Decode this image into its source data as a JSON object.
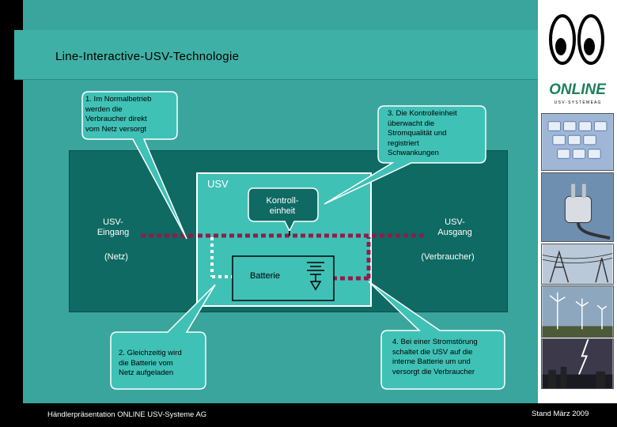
{
  "slide": {
    "title": "Line-Interactive-USV-Technologie",
    "footer_left": "Händlerpräsentation ONLINE USV-Systeme AG",
    "footer_right": "Stand März 2009"
  },
  "logo": {
    "name": "ONLINE",
    "tagline": "U S V - S Y S T E M E   A G"
  },
  "diagram": {
    "usv_label": "USV",
    "control_unit": "Kontroll-\neinheit",
    "input": "USV-\nEingang",
    "output": "USV-\nAusgang",
    "input_note": "(Netz)",
    "output_note": "(Verbraucher)",
    "battery": "Batterie"
  },
  "callouts": {
    "c1": "1. Im Normalbetrieb\nwerden die\nVerbraucher direkt\nvom Netz versorgt",
    "c2": "2. Gleichzeitig wird\ndie Batterie vom\nNetz aufgeladen",
    "c3": "3. Die Kontrolleinheit\nüberwacht die\nStromqualität und\nregistriert\nSchwankungen",
    "c4": "4. Bei einer Stromstörung\nschaltet die USV auf die\ninterne Batterie um und\nversorgt die Verbraucher"
  },
  "colors": {
    "teal_main": "#3aa59c",
    "teal_dark": "#0f6a63",
    "teal_light": "#3fc1b6",
    "line_maroon": "#8b1f4a",
    "logo_green": "#1d7f5a"
  },
  "photos": [
    "keyboard",
    "power-plug",
    "power-lines",
    "wind-turbines",
    "lightning-city"
  ]
}
